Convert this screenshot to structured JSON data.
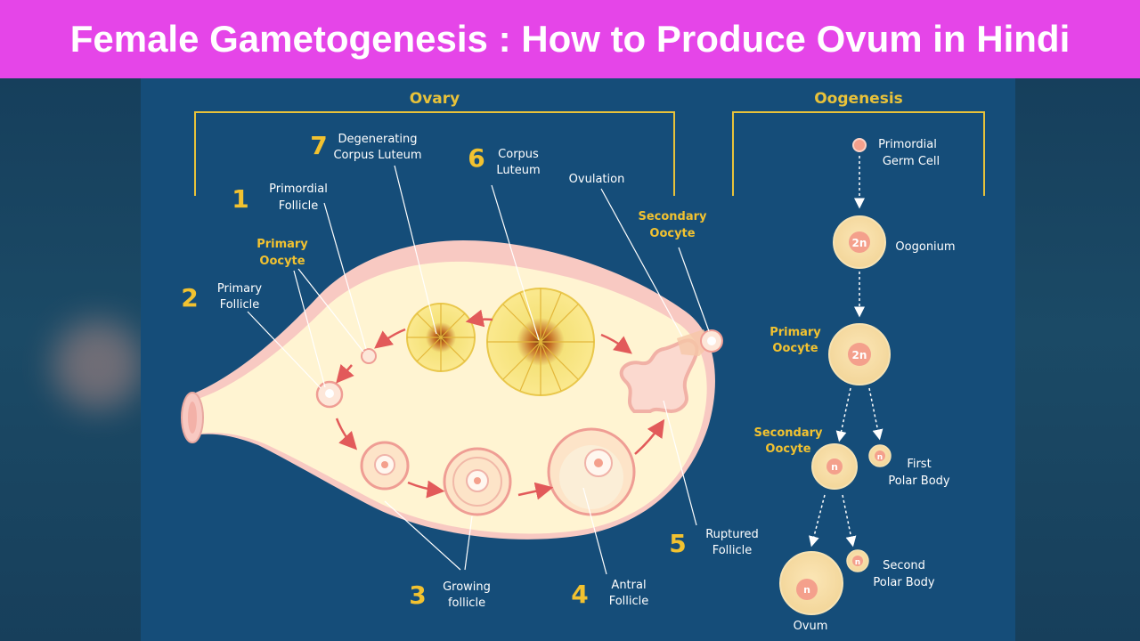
{
  "title": "Female Gametogenesis : How to Produce Ovum in Hindi",
  "colors": {
    "title_bar": "#e545e8",
    "panel": "#154d79",
    "bracket": "#e8c23a",
    "number": "#f2c230",
    "highlight_label": "#f2c230",
    "label": "#ffffff",
    "ovary": "#fff4d2",
    "cell": "#f7dfa2",
    "nucleus": "#f4a08c"
  },
  "ovary": {
    "heading": "Ovary",
    "labels": {
      "n7": "7",
      "degenerating_l1": "Degenerating",
      "degenerating_l2": "Corpus Luteum",
      "n6": "6",
      "corpus_l1": "Corpus",
      "corpus_l2": "Luteum",
      "ovulation": "Ovulation",
      "secondary_l1": "Secondary",
      "secondary_l2": "Oocyte",
      "n1": "1",
      "primordial_l1": "Primordial",
      "primordial_l2": "Follicle",
      "primary_oocyte_l1": "Primary",
      "primary_oocyte_l2": "Oocyte",
      "n2": "2",
      "primary_follicle_l1": "Primary",
      "primary_follicle_l2": "Follicle",
      "n5": "5",
      "ruptured_l1": "Ruptured",
      "ruptured_l2": "Follicle",
      "n3": "3",
      "growing_l1": "Growing",
      "growing_l2": "follicle",
      "n4": "4",
      "antral_l1": "Antral",
      "antral_l2": "Follicle"
    }
  },
  "oogenesis": {
    "heading": "Oogenesis",
    "labels": {
      "germ_l1": "Primordial",
      "germ_l2": "Germ Cell",
      "oogonium": "Oogonium",
      "oogonium_ploidy": "2n",
      "primary_l1": "Primary",
      "primary_l2": "Oocyte",
      "primary_ploidy": "2n",
      "secondary_l1": "Secondary",
      "secondary_l2": "Oocyte",
      "secondary_ploidy": "n",
      "first_polar_ploidy": "n",
      "first_polar_l1": "First",
      "first_polar_l2": "Polar Body",
      "ovum_ploidy": "n",
      "second_polar_ploidy": "n",
      "second_l1": "Second",
      "second_l2": "Polar Body",
      "ovum": "Ovum"
    }
  }
}
